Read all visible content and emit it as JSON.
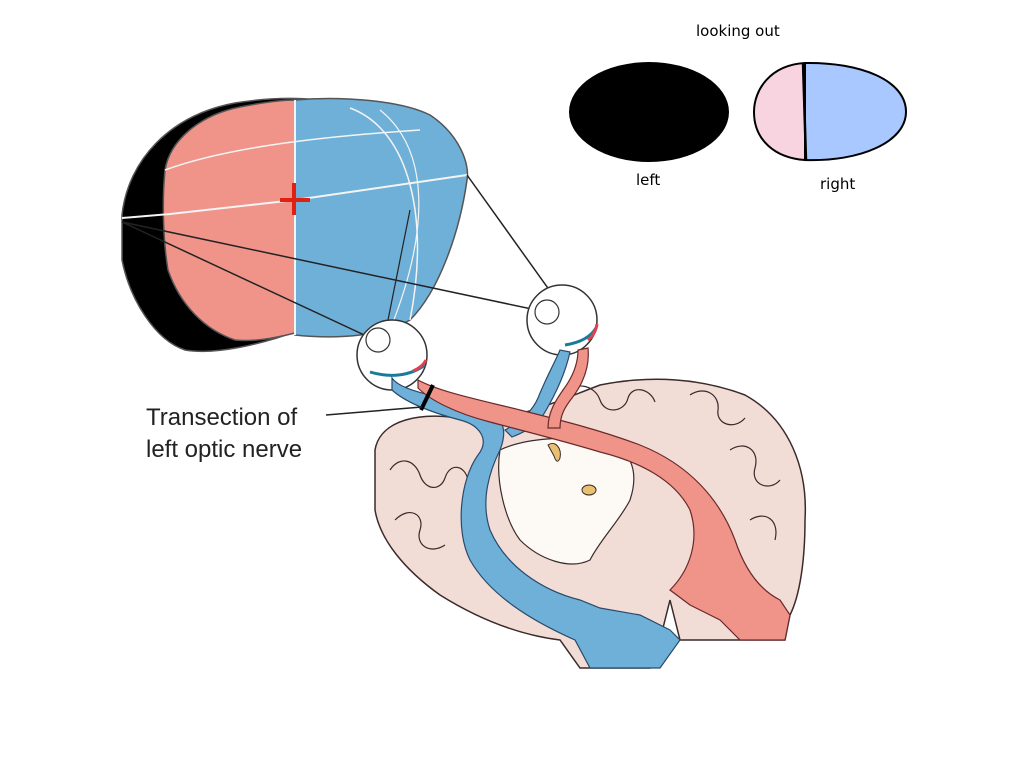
{
  "viewer": {
    "heading": "looking out",
    "left_label": "left",
    "right_label": "right"
  },
  "annotation": {
    "line1": "Transection of",
    "line2": "left optic nerve"
  },
  "colors": {
    "blind_field": "#000000",
    "left_half_field": "#f0948a",
    "right_half_field": "#6fb0d8",
    "right_eye_left": "#f8d4e0",
    "right_eye_right": "#a8c8ff",
    "fixation_mark": "#e02010",
    "brain_tissue": "#f2dcd6",
    "brain_outline": "#3a2a2a",
    "nucleus": "#e8c070"
  }
}
